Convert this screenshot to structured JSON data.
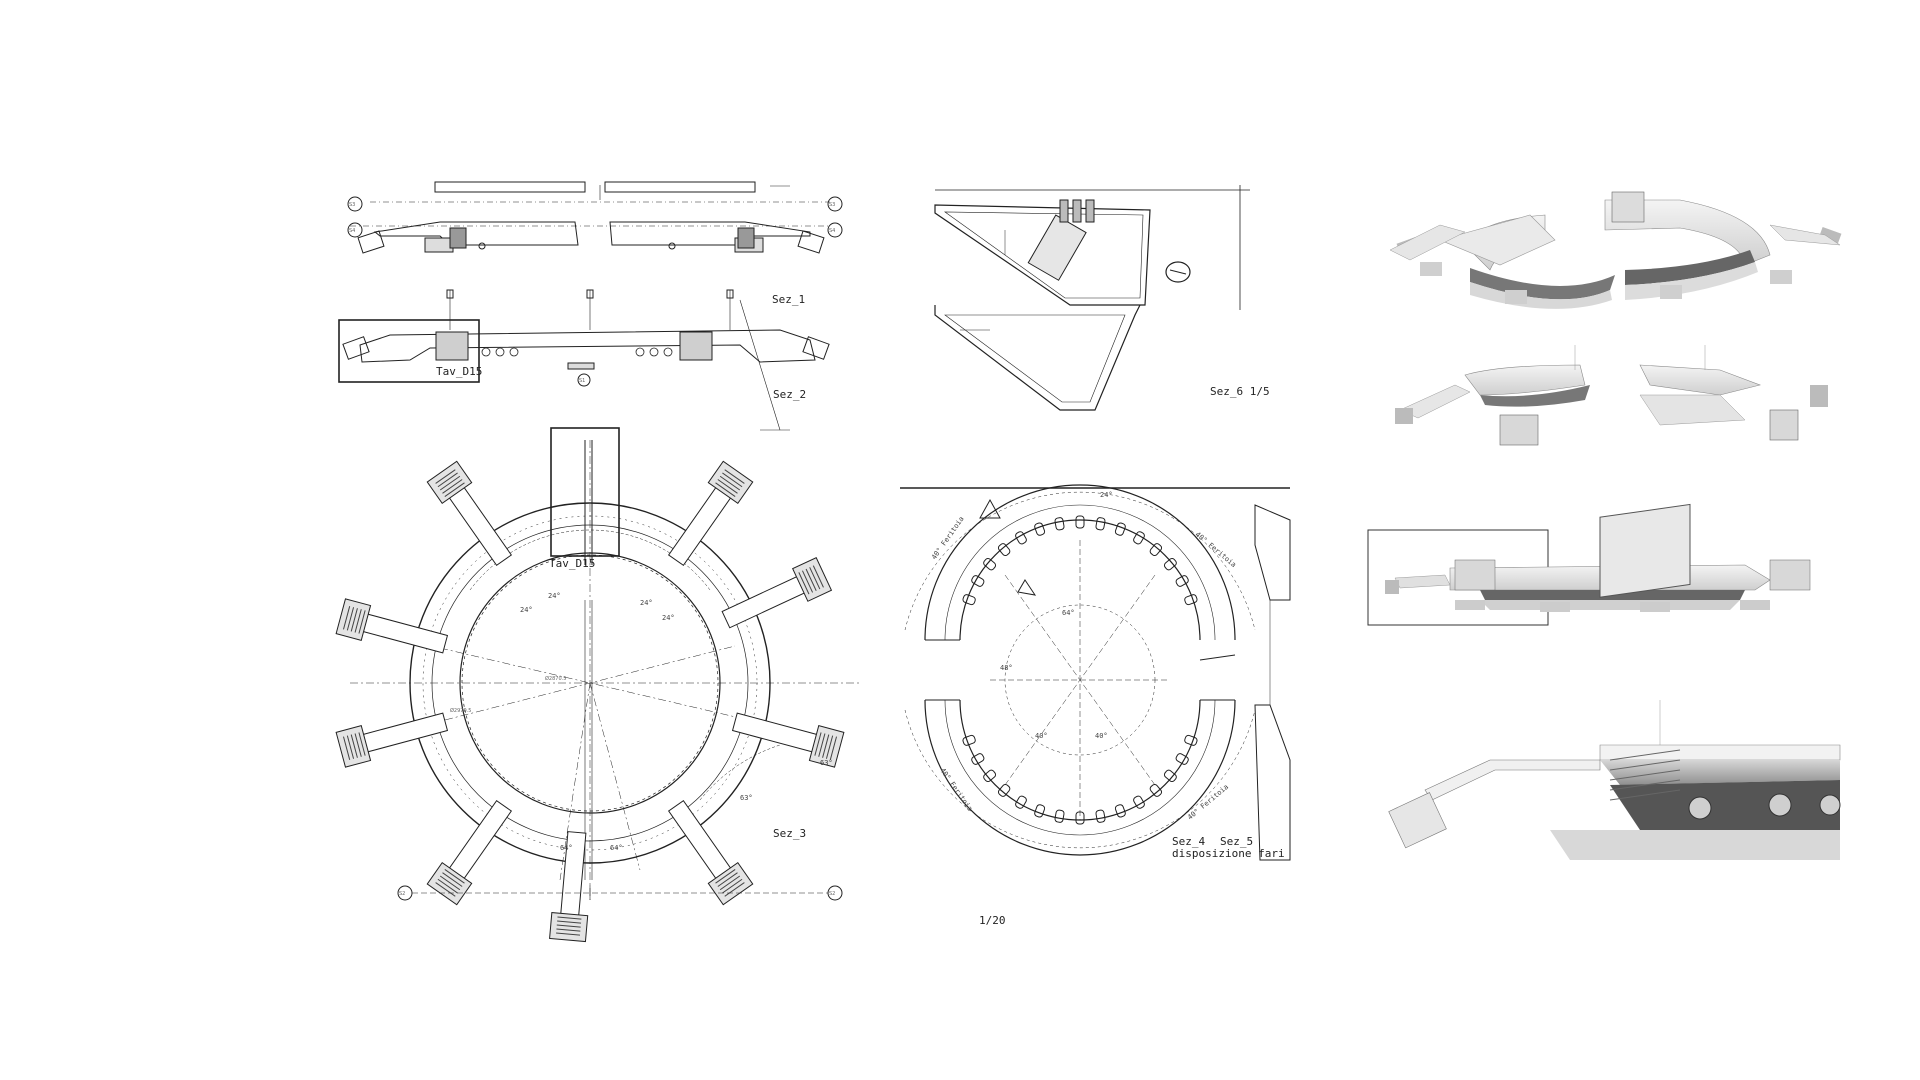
{
  "sheet": {
    "scale_main": "1/20"
  },
  "left_panel": {
    "section_1": "Sez_1",
    "section_2": "Sez_2",
    "section_3": "Sez_3",
    "detail_ref_a": "Tav_D15",
    "detail_ref_b": "Tav_D15",
    "axis_marks": [
      "S3",
      "S4",
      "S3",
      "S4",
      "S1",
      "S2",
      "S2"
    ],
    "angle_labels": [
      "24°",
      "24°",
      "24°",
      "24°",
      "63°",
      "64°",
      "64°",
      "63°"
    ],
    "dimension_labels": [
      "Ø2870.5",
      "Ø2970.5"
    ]
  },
  "center_panel": {
    "section_6": "Sez_6  1/5",
    "section_4": "Sez_4",
    "section_5": "Sez_5",
    "caption": "disposizione fari",
    "angle_labels": [
      "24°",
      "64°",
      "40°",
      "40°",
      "48°"
    ],
    "feritoia_labels": [
      "40° Feritoia",
      "40° Feritoia",
      "40° Feritoia",
      "40° Feritoia"
    ]
  },
  "right_panel": {
    "renders": [
      "render-top-oblique",
      "render-side-oblique",
      "render-side-elevation",
      "render-detail-closeup"
    ]
  },
  "colors": {
    "line": "#222222",
    "render_light": "#e8e8e8",
    "render_mid": "#bdbdbd",
    "render_dark": "#555555"
  }
}
